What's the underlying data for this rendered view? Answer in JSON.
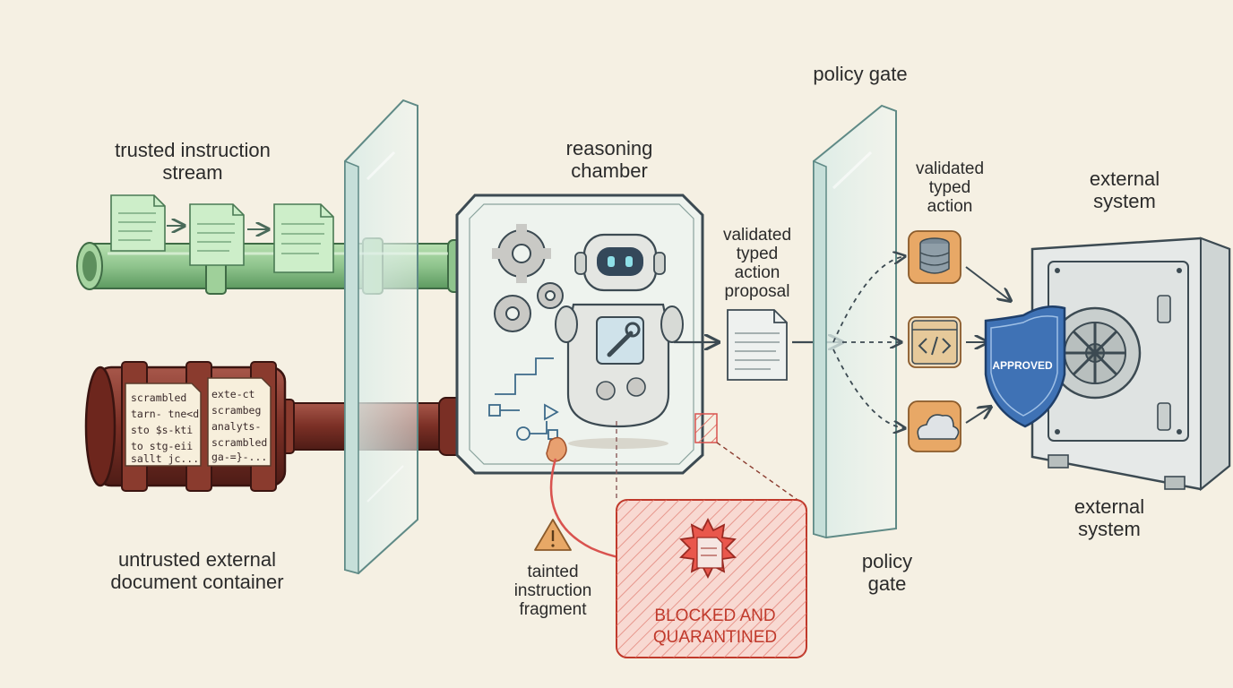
{
  "labels": {
    "trusted_stream": "trusted instruction\nstream",
    "untrusted_container": "untrusted external\ndocument container",
    "reasoning_chamber": "reasoning\nchamber",
    "validated_proposal": "validated\ntyped\naction\nproposal",
    "policy_gate_top": "policy gate",
    "policy_gate_bottom": "policy\ngate",
    "validated_action": "validated\ntyped\naction",
    "external_system_top": "external\nsystem",
    "external_system_bottom": "external\nsystem",
    "tainted_fragment": "tainted\ninstruction\nfragment",
    "blocked": "BLOCKED AND\nQUARANTINED",
    "shield": "APPROVED"
  },
  "scrambled_doc_left": [
    "scrambled",
    "tarn- tne<d",
    "sto $s-kti",
    "to stg-eii",
    "sallt jc..."
  ],
  "scrambled_doc_right": [
    "exte-ct",
    "scrambeg",
    "analyts-",
    "scrambled",
    "ga-=}-..."
  ],
  "icons": [
    "document-icon",
    "gear-icon",
    "robot-icon",
    "wrench-icon",
    "warning-icon",
    "database-icon",
    "code-icon",
    "cloud-icon",
    "shield-icon",
    "vault-icon"
  ],
  "colors": {
    "background": "#f5f0e3",
    "trusted_pipe": "#8fc48d",
    "untrusted_barrel": "#8a3b2e",
    "blocked_red": "#d9534f",
    "shield_blue": "#3f72b5",
    "action_tile": "#e8a866"
  }
}
